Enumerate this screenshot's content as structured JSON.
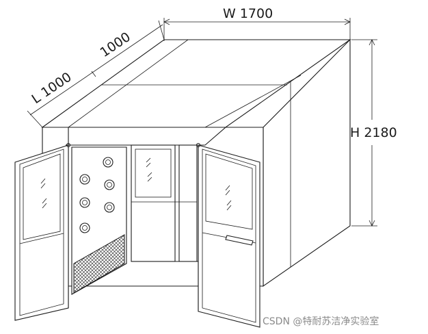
{
  "dimensions": {
    "width_label": "W  1700",
    "height_label": "H  2180",
    "length_label_a": "L 1000",
    "length_label_b": "1000"
  },
  "watermark": "CSDN @特耐苏洁净实验室",
  "colors": {
    "line": "#1a1a1a",
    "watermark": "#8a8a8a",
    "background": "#ffffff"
  }
}
